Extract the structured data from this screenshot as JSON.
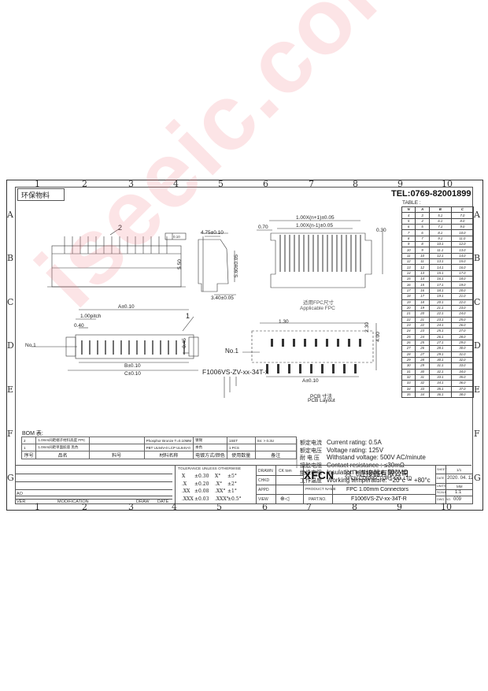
{
  "header": {
    "eco_label": "环保物料",
    "tel": "TEL:0769-82001899",
    "table_title": "TABLE :"
  },
  "zones": {
    "columns": [
      "1",
      "2",
      "3",
      "4",
      "5",
      "6",
      "7",
      "8",
      "9",
      "10"
    ],
    "bottom_columns": [
      "1",
      "2",
      "3",
      "4",
      "5",
      "6",
      "7",
      "8",
      "9",
      "10"
    ],
    "rows": [
      "A",
      "B",
      "C",
      "D",
      "E",
      "F",
      "G"
    ]
  },
  "drawing": {
    "callout_2": "2",
    "callout_1": "1",
    "dim_475": "4.75±0.10",
    "dim_550": "5.50",
    "dim_560": "5.60±0.05",
    "dim_340": "3.40±0.05",
    "dim_A": "A±0.10",
    "dim_pitch": "1.00pitch",
    "dim_040": "0.40",
    "dim_B": "B±0.10",
    "dim_C": "C±0.10",
    "dim_045": "0.45",
    "no1_left": "No.1",
    "part_label": "F1006VS-ZV-xx-34T-x",
    "flatness": "0.10",
    "fpc_dim_top": "1.00X(n+1)±0.05",
    "fpc_dim_mid": "1.00X(n-1)±0.05",
    "fpc_070": "0.70",
    "fpc_030": "0.30",
    "fpc_label_cn": "适用FPC尺寸",
    "fpc_label_en": "Applicable FPC",
    "pcb_130": "1.30",
    "pcb_230": "2.30",
    "pcb_400": "4.00",
    "no1_pcb": "No.1",
    "pcb_A": "A±0.10",
    "pcb_label_cn": "PCB 寸法",
    "pcb_label_en": "PCB Layout"
  },
  "pitch_table": {
    "headers": [
      "N",
      "A",
      "B",
      "C"
    ],
    "rows": [
      [
        "4",
        "3",
        "5.1",
        "7.0"
      ],
      [
        "5",
        "4",
        "6.1",
        "8.0"
      ],
      [
        "6",
        "5",
        "7.1",
        "9.0"
      ],
      [
        "7",
        "6",
        "8.1",
        "10.0"
      ],
      [
        "8",
        "7",
        "9.1",
        "11.0"
      ],
      [
        "9",
        "8",
        "10.1",
        "12.0"
      ],
      [
        "10",
        "9",
        "11.1",
        "13.0"
      ],
      [
        "11",
        "10",
        "12.1",
        "14.0"
      ],
      [
        "12",
        "11",
        "13.1",
        "15.0"
      ],
      [
        "13",
        "12",
        "14.1",
        "16.0"
      ],
      [
        "14",
        "13",
        "15.1",
        "17.0"
      ],
      [
        "15",
        "14",
        "16.1",
        "18.0"
      ],
      [
        "16",
        "15",
        "17.1",
        "19.0"
      ],
      [
        "17",
        "16",
        "18.1",
        "20.0"
      ],
      [
        "18",
        "17",
        "19.1",
        "21.0"
      ],
      [
        "19",
        "18",
        "20.1",
        "22.0"
      ],
      [
        "20",
        "19",
        "21.1",
        "23.0"
      ],
      [
        "21",
        "20",
        "22.1",
        "24.0"
      ],
      [
        "22",
        "21",
        "23.1",
        "25.0"
      ],
      [
        "23",
        "22",
        "24.1",
        "26.0"
      ],
      [
        "24",
        "23",
        "25.1",
        "27.0"
      ],
      [
        "25",
        "24",
        "26.1",
        "28.0"
      ],
      [
        "26",
        "25",
        "27.1",
        "29.0"
      ],
      [
        "27",
        "26",
        "28.1",
        "30.0"
      ],
      [
        "28",
        "27",
        "29.1",
        "31.0"
      ],
      [
        "29",
        "28",
        "30.1",
        "32.0"
      ],
      [
        "30",
        "29",
        "31.1",
        "33.0"
      ],
      [
        "31",
        "30",
        "32.1",
        "34.0"
      ],
      [
        "32",
        "31",
        "33.1",
        "35.0"
      ],
      [
        "33",
        "32",
        "34.1",
        "36.0"
      ],
      [
        "34",
        "33",
        "35.1",
        "37.0"
      ],
      [
        "35",
        "34",
        "36.1",
        "38.0"
      ]
    ]
  },
  "specs": [
    {
      "cn": "额定电流",
      "en": "Current rating: 0.5A"
    },
    {
      "cn": "额定电压",
      "en": "Voltage rating: 125V"
    },
    {
      "cn": "耐 电 压",
      "en": "Withstand voltage: 500V AC/minute"
    },
    {
      "cn": "接触电阻",
      "en": "Contact resistance : ≤30mΩ"
    },
    {
      "cn": "绝缘电阻",
      "en": "Insulation resistance: 500MΩ"
    },
    {
      "cn": "工作温度",
      "en": "Working temperature: −20°c ∼ +80°c"
    }
  ],
  "bom": {
    "title": "BOM 表:",
    "rows": [
      {
        "no": "2",
        "desc": "1.0mm间距端子材料高度 FPC",
        "material": "Phosphor Bronze T=0.10MM",
        "plating": "镀锡",
        "qty": "1SET",
        "note": "Sn: > 0.3U"
      },
      {
        "no": "1",
        "desc": "1.0mm间距单面胶座 黑色",
        "material": "PBT UL94V-0  LCP UL94V-0",
        "plating": "本色",
        "qty": "1 PCS",
        "note": ""
      }
    ],
    "header": [
      "序号",
      "品名",
      "料号",
      "材料名称",
      "电镀方式/颜色",
      "使用数量",
      "备注"
    ]
  },
  "title_block": {
    "tolerance_title": "TOLERANCE UNLESS OTHERWISE",
    "tol_rows": [
      {
        "a": "X",
        "b": "±0.30",
        "c": "X°",
        "d": "±5°"
      },
      {
        "a": ".X",
        "b": "±0.20",
        "c": ".X°",
        "d": "±2°"
      },
      {
        "a": ".XX",
        "b": "±0.08",
        "c": ".XX°",
        "d": "±1°"
      },
      {
        "a": ".XXX",
        "b": "±0.03",
        "c": ".XXX°",
        "d": "±0.5°"
      }
    ],
    "drawn": "DRAWN",
    "drawn_by": "CK tom",
    "chkd": "CHKD",
    "appd": "APPD",
    "view": "VIEW",
    "company_logo": "XFCN",
    "company_cn": "兴飞连接器有限公司",
    "company_en": "XFCN CONNECTORS CO.,LTD",
    "product_name_label": "PRODUCT NAME",
    "product_name": "FPC 1.00mm Connectors",
    "part_no_label": "PART.NO.",
    "part_no": "F1006VS-ZV-xx-34T-R",
    "sheet_label": "SHEET",
    "sheet_value": "1/1",
    "date_label": "DATE",
    "date_value": "2020. 04. 12",
    "units_label": "UNITS",
    "units_value": "MM",
    "scale_label": "SCALE",
    "scale_value": "1:1",
    "dwg_label": "DWG. NO.",
    "dwg_value": "009",
    "rev_ver": "VER",
    "rev_mod": "MODIFICATION",
    "rev_draw": "DRAW",
    "rev_date": "DATE",
    "rev_a0": "AO"
  },
  "watermark": "iseeic.com"
}
